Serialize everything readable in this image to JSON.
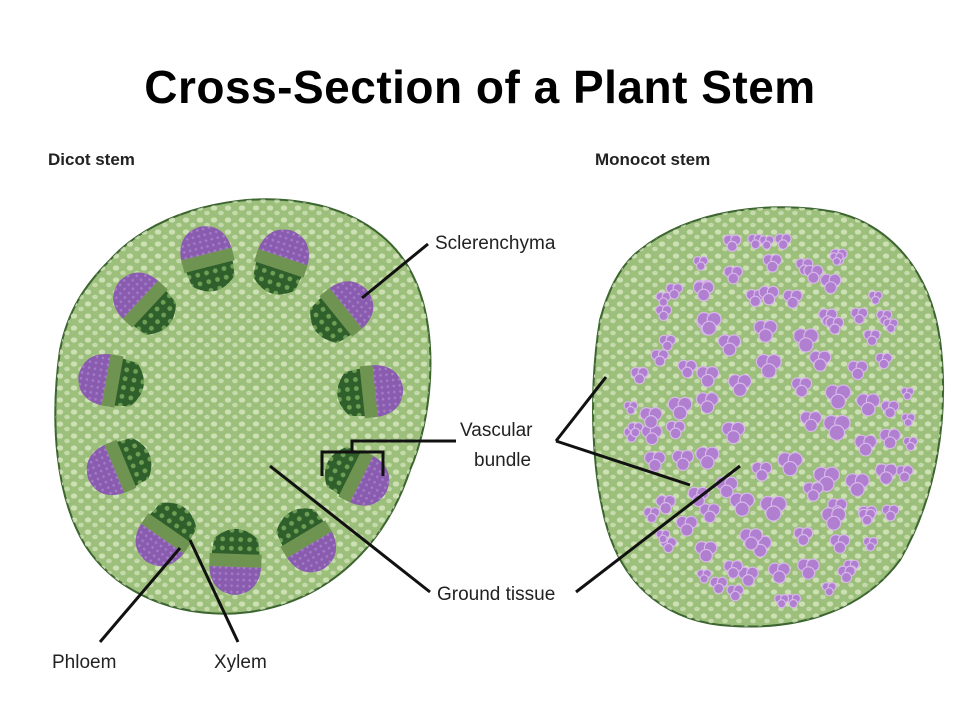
{
  "title": "Cross-Section of a Plant Stem",
  "panels": {
    "dicot": {
      "label": "Dicot stem"
    },
    "monocot": {
      "label": "Monocot stem"
    }
  },
  "labels": {
    "sclerenchyma": "Sclerenchyma",
    "vascular_line1": "Vascular",
    "vascular_line2": "bundle",
    "ground_tissue": "Ground tissue",
    "phloem": "Phloem",
    "xylem": "Xylem"
  },
  "colors": {
    "stem_fill": "#9cbf7c",
    "stem_outline": "#3c6530",
    "ground_cell": "#d6e6be",
    "xylem": "#2f5f2a",
    "xylem_cell": "#6f9f55",
    "phloem": "#8a5cb0",
    "cambium": "#6f9350",
    "monocot_bundle": "#b07fd0",
    "monocot_bundle_inner": "#d8b8ea",
    "leader": "#111111"
  }
}
